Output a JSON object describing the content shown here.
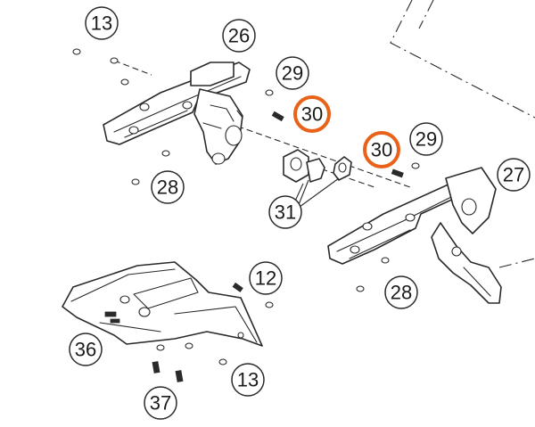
{
  "highlight_color": "#e8621a",
  "icons": [
    "screw-icon",
    "spring-icon",
    "nut-icon"
  ],
  "callouts": [
    {
      "id": "c13a",
      "label": "13",
      "highlighted": false
    },
    {
      "id": "c26",
      "label": "26",
      "highlighted": false
    },
    {
      "id": "c29a",
      "label": "29",
      "highlighted": false
    },
    {
      "id": "c30a",
      "label": "30",
      "highlighted": true
    },
    {
      "id": "c30b",
      "label": "30",
      "highlighted": true
    },
    {
      "id": "c29b",
      "label": "29",
      "highlighted": false
    },
    {
      "id": "c27",
      "label": "27",
      "highlighted": false
    },
    {
      "id": "c28a",
      "label": "28",
      "highlighted": false
    },
    {
      "id": "c31",
      "label": "31",
      "highlighted": false
    },
    {
      "id": "c12",
      "label": "12",
      "highlighted": false
    },
    {
      "id": "c28b",
      "label": "28",
      "highlighted": false
    },
    {
      "id": "c36",
      "label": "36",
      "highlighted": false
    },
    {
      "id": "c13b",
      "label": "13",
      "highlighted": false
    },
    {
      "id": "c37",
      "label": "37",
      "highlighted": false
    }
  ]
}
